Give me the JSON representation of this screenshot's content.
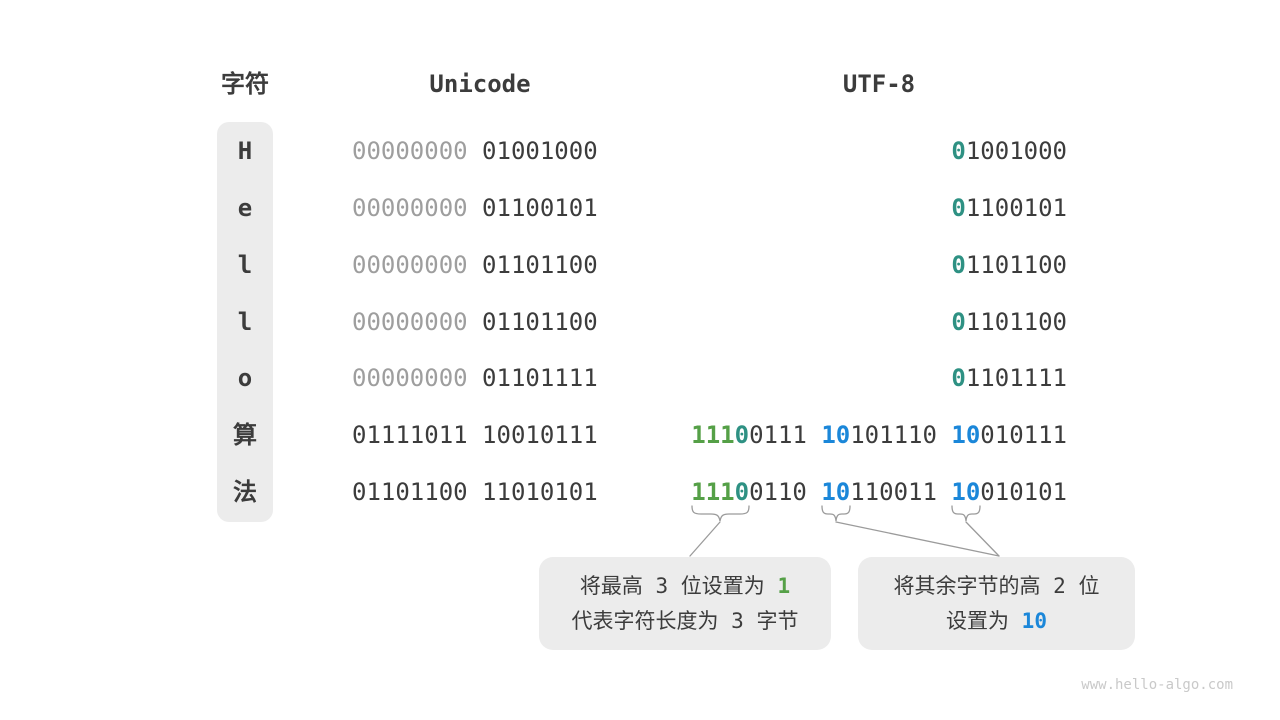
{
  "colors": {
    "dark": "#3c3c3c",
    "gray": "#9e9e9e",
    "green": "#55a047",
    "teal": "#2e9183",
    "blue": "#1b87d9",
    "line": "#9b9b9b",
    "box_bg": "#ececec",
    "watermark": "#c9c9c9"
  },
  "header": {
    "char": "字符",
    "unicode": "Unicode",
    "utf8": "UTF-8"
  },
  "rows": [
    {
      "char": "H",
      "unicode": [
        [
          "00000000 ",
          "gray"
        ],
        [
          "01001000",
          "dark"
        ]
      ],
      "utf8": [
        [
          "0",
          "teal"
        ],
        [
          "1001000",
          "dark"
        ]
      ]
    },
    {
      "char": "e",
      "unicode": [
        [
          "00000000 ",
          "gray"
        ],
        [
          "01100101",
          "dark"
        ]
      ],
      "utf8": [
        [
          "0",
          "teal"
        ],
        [
          "1100101",
          "dark"
        ]
      ]
    },
    {
      "char": "l",
      "unicode": [
        [
          "00000000 ",
          "gray"
        ],
        [
          "01101100",
          "dark"
        ]
      ],
      "utf8": [
        [
          "0",
          "teal"
        ],
        [
          "1101100",
          "dark"
        ]
      ]
    },
    {
      "char": "l",
      "unicode": [
        [
          "00000000 ",
          "gray"
        ],
        [
          "01101100",
          "dark"
        ]
      ],
      "utf8": [
        [
          "0",
          "teal"
        ],
        [
          "1101100",
          "dark"
        ]
      ]
    },
    {
      "char": "o",
      "unicode": [
        [
          "00000000 ",
          "gray"
        ],
        [
          "01101111",
          "dark"
        ]
      ],
      "utf8": [
        [
          "0",
          "teal"
        ],
        [
          "1101111",
          "dark"
        ]
      ]
    },
    {
      "char": "算",
      "unicode": [
        [
          "01111011 10010111",
          "dark"
        ]
      ],
      "utf8": [
        [
          "111",
          "green"
        ],
        [
          "0",
          "teal"
        ],
        [
          "0111 ",
          "dark"
        ],
        [
          "10",
          "blue"
        ],
        [
          "101110 ",
          "dark"
        ],
        [
          "10",
          "blue"
        ],
        [
          "010111",
          "dark"
        ]
      ]
    },
    {
      "char": "法",
      "unicode": [
        [
          "01101100 11010101",
          "dark"
        ]
      ],
      "utf8": [
        [
          "111",
          "green"
        ],
        [
          "0",
          "teal"
        ],
        [
          "0110 ",
          "dark"
        ],
        [
          "10",
          "blue"
        ],
        [
          "110011 ",
          "dark"
        ],
        [
          "10",
          "blue"
        ],
        [
          "010101",
          "dark"
        ]
      ]
    }
  ],
  "callouts": {
    "left": {
      "line1": [
        [
          "将最高 3 位设置为 ",
          "dark"
        ],
        [
          "1",
          "green"
        ]
      ],
      "line2": [
        [
          "代表字符长度为 3 字节",
          "dark"
        ]
      ]
    },
    "right": {
      "line1": [
        [
          "将其余字节的高 2 位",
          "dark"
        ]
      ],
      "line2": [
        [
          "设置为 ",
          "dark"
        ],
        [
          "10",
          "blue"
        ]
      ]
    }
  },
  "watermark": "www.hello-algo.com"
}
